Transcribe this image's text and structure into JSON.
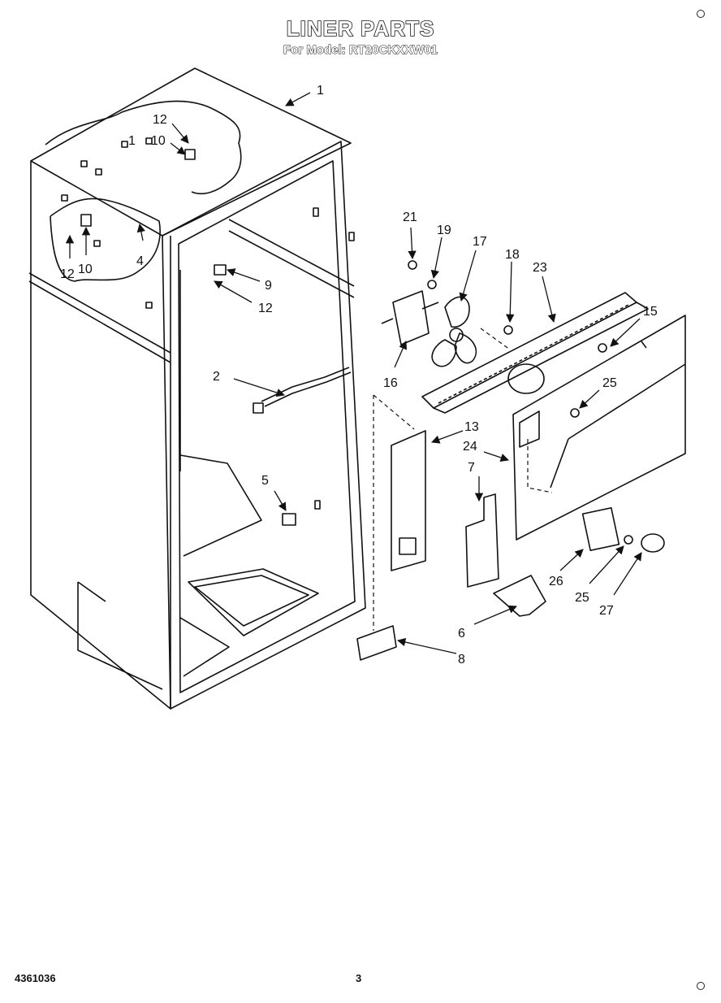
{
  "header": {
    "title": "LINER PARTS",
    "subtitle": "For Model: RT20CKXXW01"
  },
  "footer": {
    "doc_number": "4361036",
    "page_number": "3"
  },
  "callouts": {
    "c1": "1",
    "c12a": "12",
    "c10a": "10",
    "c1b": "1",
    "c12b": "12",
    "c10b": "10",
    "c4": "4",
    "c9": "9",
    "c12c": "12",
    "c2": "2",
    "c5": "5",
    "c21": "21",
    "c19": "19",
    "c17": "17",
    "c18": "18",
    "c23": "23",
    "c15": "15",
    "c16": "16",
    "c25a": "25",
    "c13": "13",
    "c24": "24",
    "c7": "7",
    "c26": "26",
    "c25b": "25",
    "c27": "27",
    "c6": "6",
    "c8": "8"
  }
}
